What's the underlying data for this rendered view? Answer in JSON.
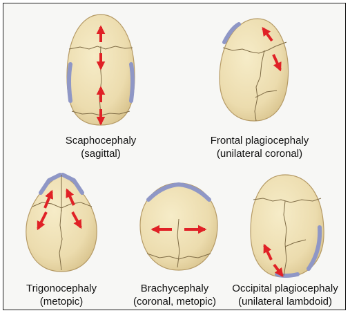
{
  "colors": {
    "background": "#f7f7f5",
    "skull": "#ecdcae",
    "skull_edge": "#b59a65",
    "suture": "#7d6a44",
    "fused_suture": "#8f97c6",
    "arrow": "#e02126"
  },
  "panels": [
    {
      "id": "scaphocephaly",
      "name": "Scaphocephaly",
      "suture": "(sagittal)"
    },
    {
      "id": "frontal-plagiocephaly",
      "name": "Frontal plagiocephaly",
      "suture": "(unilateral coronal)"
    },
    {
      "id": "trigonocephaly",
      "name": "Trigonocephaly",
      "suture": "(metopic)"
    },
    {
      "id": "brachycephaly",
      "name": "Brachycephaly",
      "suture": "(coronal, metopic)"
    },
    {
      "id": "occipital-plagiocephaly",
      "name": "Occipital plagiocephaly",
      "suture": "(unilateral lambdoid)"
    }
  ]
}
